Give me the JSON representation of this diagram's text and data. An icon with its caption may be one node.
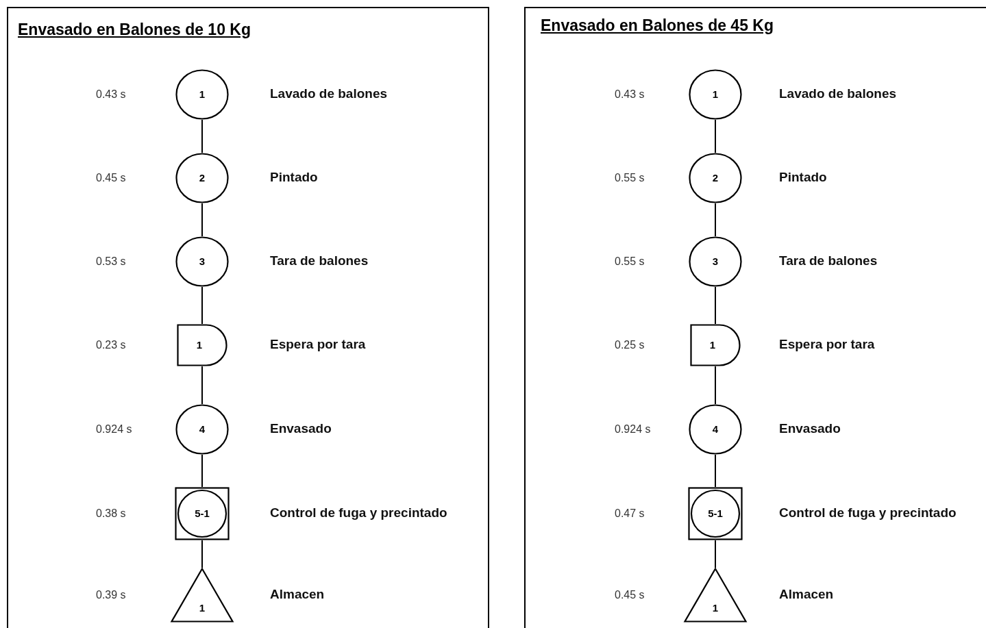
{
  "diagram": {
    "nodes": [
      {
        "text": [
          "Envasado en Balones de 10 Kg"
        ]
      },
      {
        "text": [
          "1"
        ],
        "in": 0,
        "beside": [
          "Lavado de balones"
        ]
      },
      {
        "text": [
          "2"
        ],
        "in": 0,
        "beside": [
          "Pintado"
        ]
      },
      {
        "text": [
          "3"
        ],
        "in": 0,
        "beside": [
          "Tara de balones"
        ]
      },
      {
        "text": [
          "1"
        ],
        "in": 0,
        "beside": [
          "Espera por tara"
        ]
      },
      {
        "text": [
          "4"
        ],
        "in": 0,
        "beside": [
          "Envasado"
        ]
      },
      {
        "text": [
          "5-1"
        ],
        "in": 0,
        "beside": [
          "Control de fuga y precintado"
        ]
      },
      {
        "text": [
          "1"
        ],
        "in": 0,
        "beside": [
          "Almacen"
        ]
      },
      {
        "text": [
          "Envasado en Balones de 45 Kg"
        ]
      },
      {
        "text": [
          "1"
        ],
        "in": 8,
        "beside": [
          "Lavado de balones"
        ]
      },
      {
        "text": [
          "2"
        ],
        "in": 8,
        "beside": [
          "Pintado"
        ]
      },
      {
        "text": [
          "3"
        ],
        "in": 8,
        "beside": [
          "Tara de balones"
        ]
      },
      {
        "text": [
          "1"
        ],
        "in": 8,
        "beside": [
          "Espera por tara"
        ]
      },
      {
        "text": [
          "4"
        ],
        "in": 8,
        "beside": [
          "Envasado"
        ]
      },
      {
        "text": [
          "5-1"
        ],
        "in": 8,
        "beside": [
          "Control de fuga y precintado"
        ]
      },
      {
        "text": [
          "1"
        ],
        "in": 8,
        "beside": [
          "Almacen"
        ]
      }
    ],
    "edges": [
      {
        "from": 1,
        "to": 2,
        "arrow": "none"
      },
      {
        "from": 2,
        "to": 3,
        "arrow": "none"
      },
      {
        "from": 3,
        "to": 4,
        "arrow": "none"
      },
      {
        "from": 4,
        "to": 5,
        "arrow": "none"
      },
      {
        "from": 5,
        "to": 6,
        "arrow": "none"
      },
      {
        "from": 6,
        "to": 7,
        "arrow": "none"
      },
      {
        "from": 9,
        "to": 10,
        "arrow": "none"
      },
      {
        "from": 10,
        "to": 11,
        "arrow": "none"
      },
      {
        "from": 11,
        "to": 12,
        "arrow": "none"
      },
      {
        "from": 12,
        "to": 13,
        "arrow": "none"
      },
      {
        "from": 13,
        "to": 14,
        "arrow": "none"
      },
      {
        "from": 14,
        "to": 15,
        "arrow": "none"
      }
    ],
    "labels": [
      "0.43 s",
      "0.45 s",
      "0.53 s",
      "0.23 s",
      "0.924 s",
      "0.38 s",
      "0.39 s",
      "0.43 s",
      "0.55 s",
      "0.55 s",
      "0.25 s",
      "0.924 s",
      "0.47 s",
      "0.45 s"
    ]
  }
}
